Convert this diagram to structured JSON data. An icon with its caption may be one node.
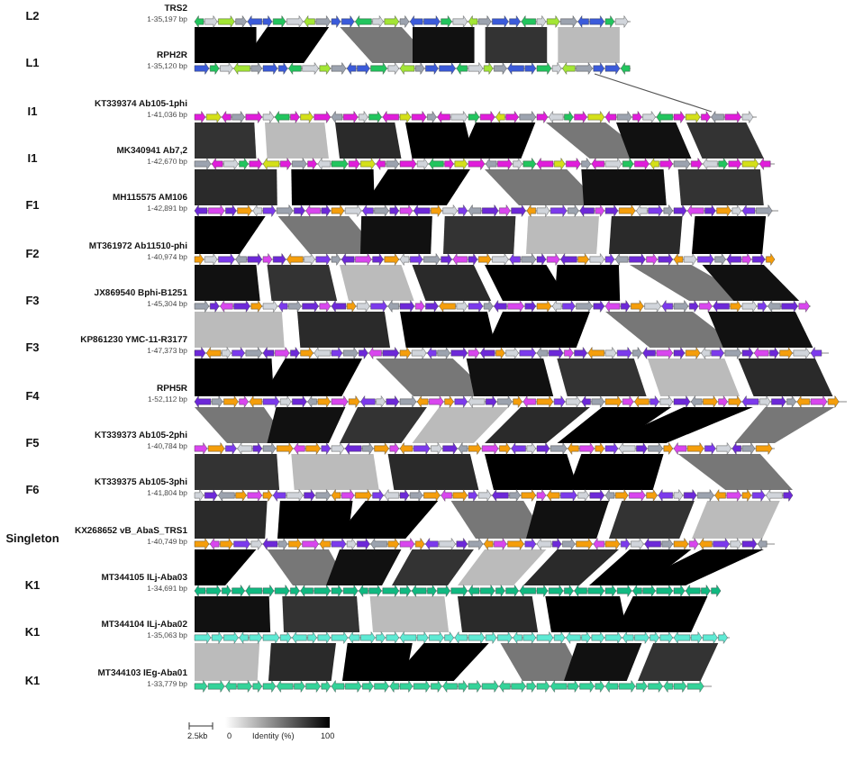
{
  "diagram": {
    "nodes": [
      {
        "text": [
          "TRS2",
          "1-35,197 bp"
        ]
      },
      {
        "text": [
          "RPH2R",
          "1-35,120 bp"
        ]
      },
      {
        "text": [
          "KT339374 Ab105-1phi",
          "1-41,036 bp"
        ]
      },
      {
        "text": [
          "MK340941 Ab7,2",
          "1-42,670 bp"
        ]
      },
      {
        "text": [
          "MH115575 AM106",
          "1-42,891 bp"
        ]
      },
      {
        "text": [
          "MT361972 Ab11510-phi",
          "1-40,974 bp"
        ]
      },
      {
        "text": [
          "JX869540 Bphi-B1251",
          "1-45,304 bp"
        ]
      },
      {
        "text": [
          "KP861230 YMC-11-R3177",
          "1-47,373 bp"
        ]
      },
      {
        "text": [
          "RPH5R",
          "1-52,112 bp"
        ]
      },
      {
        "text": [
          "KT339373 Ab105-2phi",
          "1-40,784 bp"
        ]
      },
      {
        "text": [
          "KT339375 Ab105-3phi",
          "1-41,804 bp"
        ]
      },
      {
        "text": [
          "KX268652 vB_AbaS_TRS1",
          "1-40,749 bp"
        ]
      },
      {
        "text": [
          "MT344105 ILj-Aba03",
          "1-34,691 bp"
        ]
      },
      {
        "text": [
          "MT344104 ILj-Aba02",
          "1-35,063 bp"
        ]
      },
      {
        "text": [
          "MT344103 IEg-Aba01",
          "1-33,779 bp"
        ]
      }
    ],
    "labels": [
      "L2",
      "L1",
      "I1",
      "I1",
      "F1",
      "F2",
      "F3",
      "F3",
      "F4",
      "F5",
      "F6",
      "Singleton",
      "K1",
      "K1",
      "K1",
      "2.5kb",
      "0",
      "Identity (%)",
      "100"
    ]
  }
}
